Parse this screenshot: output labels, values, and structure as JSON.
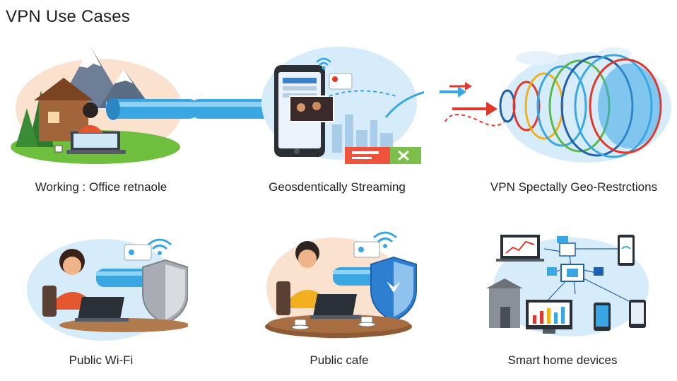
{
  "page": {
    "title": "VPN Use Cases"
  },
  "cases": [
    {
      "caption": "Working : Office retnaole"
    },
    {
      "caption": "Geosdentically Streaming"
    },
    {
      "caption": "VPN Spectally Geo-Restrctions"
    },
    {
      "caption": "Public Wi-Fi"
    },
    {
      "caption": "Public cafe"
    },
    {
      "caption": "Smart home devices"
    }
  ],
  "colors": {
    "pipe": "#3aa7e3",
    "blob": "#d7ecfa",
    "arrow_red": "#e0392b",
    "shield_blue": "#2f7fd0",
    "shield_gray": "#a9adb3"
  }
}
